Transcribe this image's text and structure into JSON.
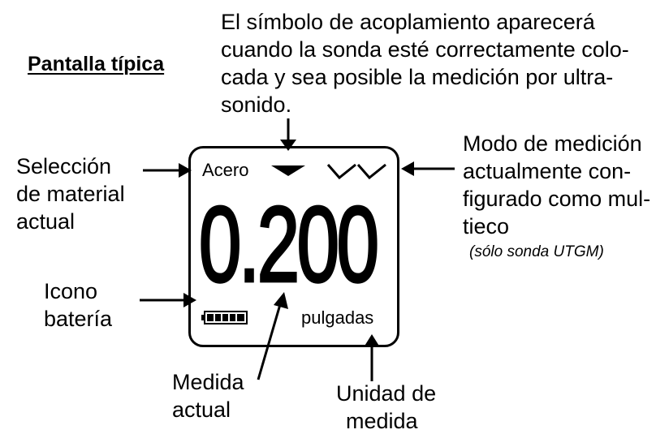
{
  "heading": "Pantalla típica",
  "coupling_note": [
    "El símbolo de acoplamiento aparecerá",
    "cuando la sonda esté correctamente colo-",
    "cada y sea posible la medición por ultra-",
    "sonido."
  ],
  "material_callout": [
    "Selección",
    "de material",
    "actual"
  ],
  "mode_callout": [
    "Modo de medición",
    "actualmente con-",
    "figurado como mul-",
    "tieco"
  ],
  "mode_note": "(sólo sonda UTGM)",
  "battery_callout": [
    "Icono",
    "batería"
  ],
  "measurement_callout": [
    "Medida",
    "actual"
  ],
  "unit_callout": [
    "Unidad de",
    "medida"
  ],
  "display": {
    "material": "Acero",
    "reading": "0.200",
    "unit": "pulgadas",
    "battery_level": 1.0
  }
}
